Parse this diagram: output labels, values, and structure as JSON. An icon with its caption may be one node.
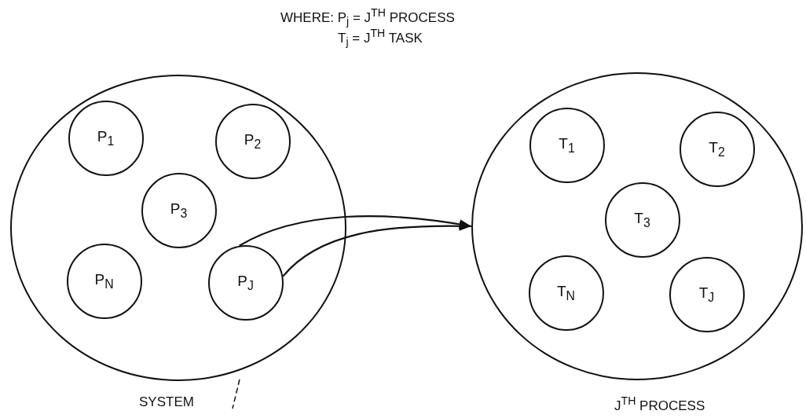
{
  "diagram": {
    "nodes": [
      {
        "text": [
          "SYSTEM"
        ]
      },
      {
        "text": [
          "P$_{1}$"
        ],
        "in": 0
      },
      {
        "text": [
          "P$_{2}$"
        ],
        "in": 0
      },
      {
        "text": [
          "P$_{3}$"
        ],
        "in": 0
      },
      {
        "text": [
          "P$_{N}$"
        ],
        "in": 0
      },
      {
        "text": [
          "P$_{J}$"
        ],
        "in": 0
      },
      {
        "text": [
          "J$^{TH}$ PROCESS"
        ]
      },
      {
        "text": [
          "T$_{1}$"
        ],
        "in": 6
      },
      {
        "text": [
          "T$_{2}$"
        ],
        "in": 6
      },
      {
        "text": [
          "T$_{3}$"
        ],
        "in": 6
      },
      {
        "text": [
          "T$_{N}$"
        ],
        "in": 6
      },
      {
        "text": [
          "T$_{J}$"
        ],
        "in": 6
      }
    ],
    "edges": [
      {
        "from": 5,
        "to": 6,
        "arrow": "to"
      },
      {
        "from": 5,
        "to": 6,
        "arrow": "to"
      }
    ],
    "labels": [
      "WHERE: P$_{j}$ = J$^{TH}$ PROCESS",
      "T$_{j}$ = J$^{TH}$ TASK"
    ]
  }
}
